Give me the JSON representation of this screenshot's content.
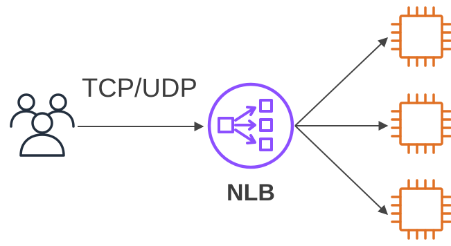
{
  "protocol_label": "TCP/UDP",
  "load_balancer": {
    "label": "NLB",
    "icon": "network-load-balancer-icon",
    "color": "#8c4fff"
  },
  "clients": {
    "icon": "users-icon",
    "color": "#232f3e"
  },
  "targets": {
    "icon": "ec2-instance-icon",
    "color": "#e07125",
    "count": 3
  },
  "arrow_color": "#444444"
}
